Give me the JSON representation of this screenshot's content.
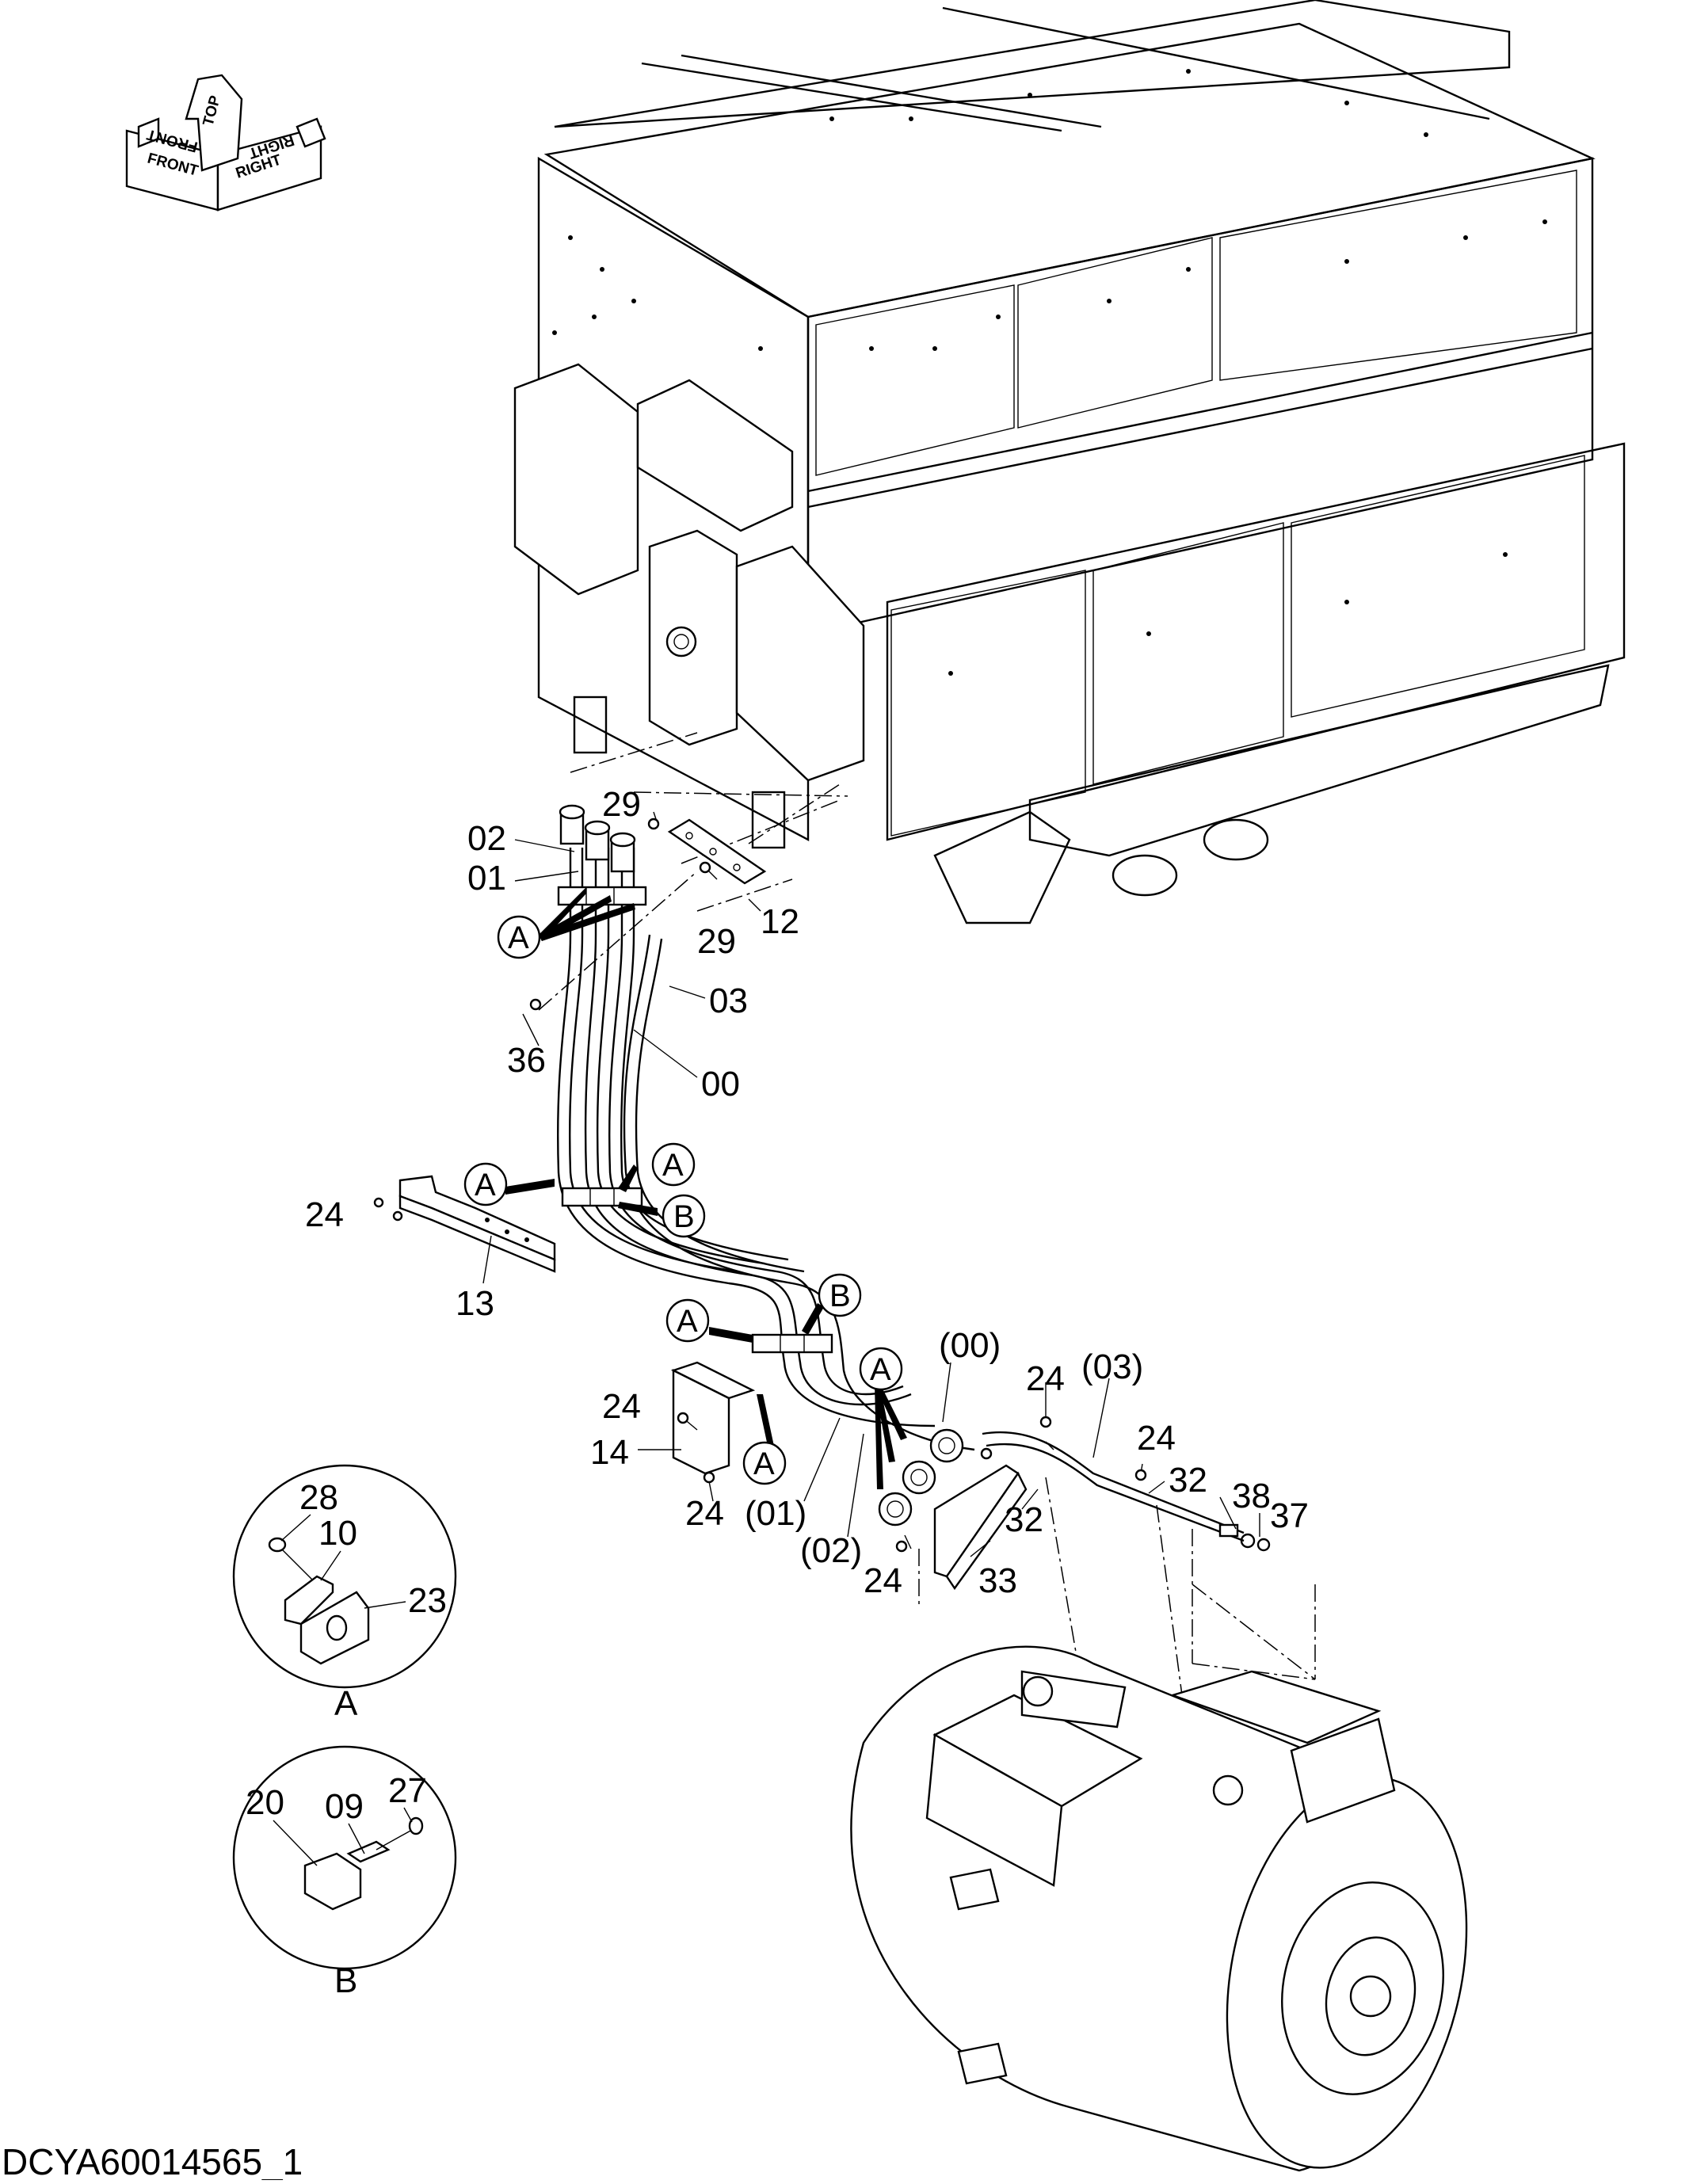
{
  "orientation_indicator": {
    "top": "TOP",
    "front": "FRONT",
    "right": "RIGHT"
  },
  "callouts": {
    "c00": "00",
    "c01": "01",
    "c02": "02",
    "c03": "03",
    "c12": "12",
    "c13": "13",
    "c14": "14",
    "c24a": "24",
    "c24b": "24",
    "c24c": "24",
    "c24d": "24",
    "c24e": "24",
    "c24f": "24",
    "c29a": "29",
    "c29b": "29",
    "c32a": "32",
    "c32b": "32",
    "c33": "33",
    "c36": "36",
    "c37": "37",
    "c38": "38",
    "p00": "(00)",
    "p01": "(01)",
    "p02": "(02)",
    "p03": "(03)"
  },
  "view_markers": {
    "a1": "A",
    "a2": "A",
    "a3": "A",
    "a4": "A",
    "a5": "A",
    "a6": "A",
    "b1": "B",
    "b2": "B"
  },
  "detail_a": {
    "label": "A",
    "parts": {
      "p28": "28",
      "p10": "10",
      "p23": "23"
    }
  },
  "detail_b": {
    "label": "B",
    "parts": {
      "p27": "27",
      "p09": "09",
      "p20": "20"
    }
  },
  "document_id": "DCYA60014565_1"
}
